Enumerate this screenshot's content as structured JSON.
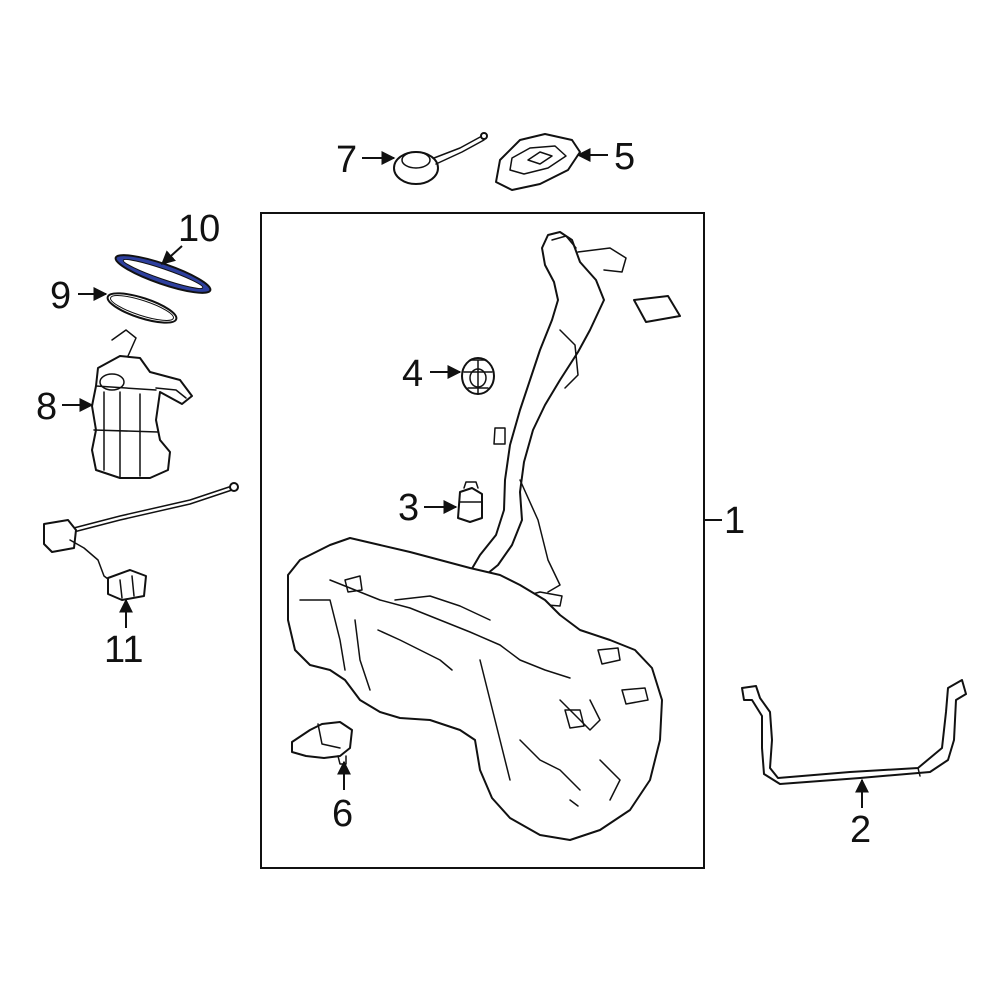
{
  "callouts": {
    "c1": "1",
    "c2": "2",
    "c3": "3",
    "c4": "4",
    "c5": "5",
    "c6": "6",
    "c7": "7",
    "c8": "8",
    "c9": "9",
    "c10": "10",
    "c11": "11"
  },
  "highlight": {
    "part": "10",
    "color": "#2d3f9e"
  }
}
